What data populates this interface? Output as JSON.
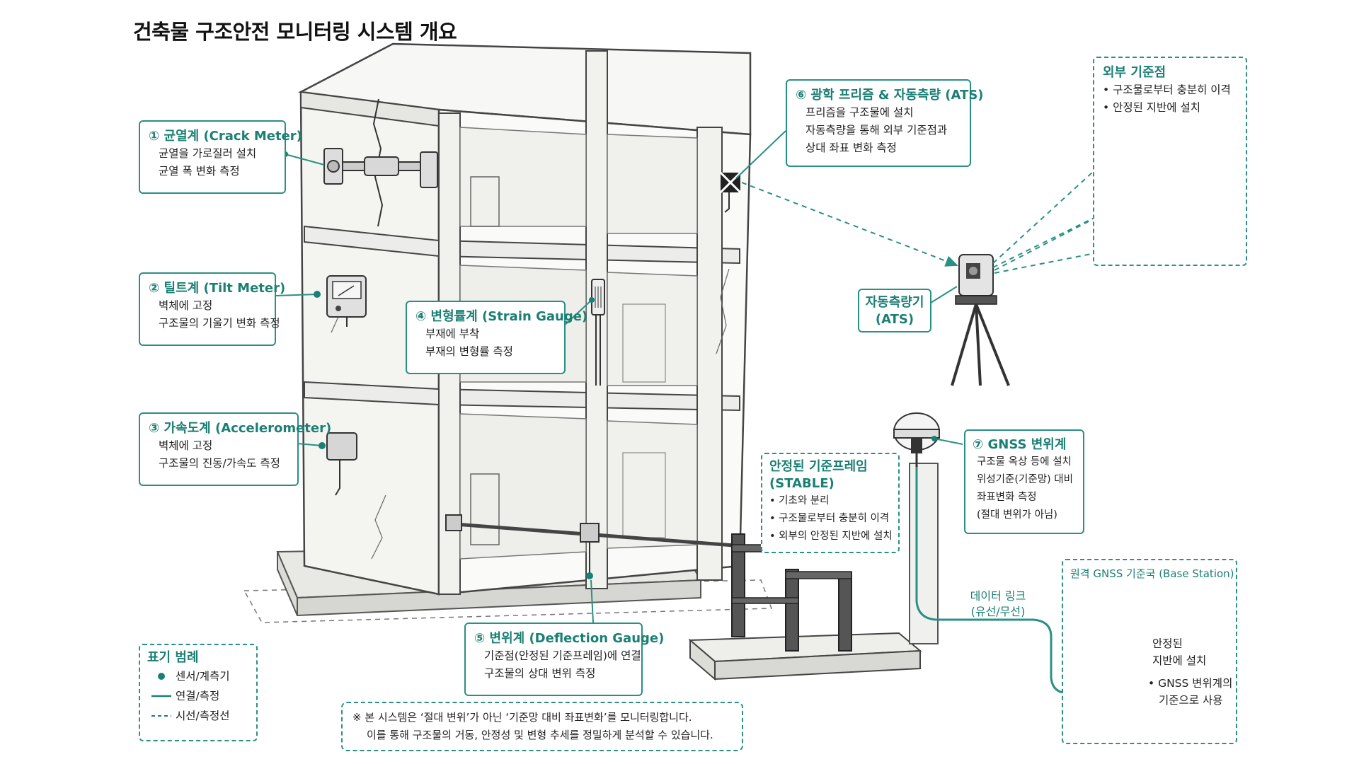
{
  "title": "건축물 구조안전 모니터링 시스템 개요",
  "colors": {
    "accent": "#1b7f74",
    "line": "#2a9084",
    "structure": "#f3f3f1",
    "edge": "#555555"
  },
  "crack_meter": {
    "title": "① 균열계 (Crack Meter)",
    "lines": [
      "균열을 가로질러 설치",
      "균열 폭 변화 측정"
    ]
  },
  "tilt_meter": {
    "title": "② 틸트계 (Tilt Meter)",
    "lines": [
      "벽체에 고정",
      "구조물의 기울기 변화 측정"
    ]
  },
  "accelerometer": {
    "title": "③ 가속도계 (Accelerometer)",
    "lines": [
      "벽체에 고정",
      "구조물의 진동/가속도 측정"
    ]
  },
  "strain_gauge": {
    "title": "④ 변형률계 (Strain Gauge)",
    "lines": [
      "부재에 부착",
      "부재의 변형률 측정"
    ]
  },
  "deflection_gauge": {
    "title": "⑤ 변위계 (Deflection Gauge)",
    "lines": [
      "기준점(안정된 기준프레임)에 연결",
      "구조물의 상대 변위 측정"
    ]
  },
  "ats": {
    "title": "⑥ 광학 프리즘 & 자동측량 (ATS)",
    "lines": [
      "프리즘을 구조물에 설치",
      "자동측량을 통해 외부 기준점과",
      "상대 좌표 변화 측정"
    ]
  },
  "gnss": {
    "title": "⑦ GNSS 변위계",
    "lines": [
      "구조물 옥상 등에 설치",
      "위성기준(기준망) 대비",
      "좌표변화 측정",
      "(절대 변위가 아님)"
    ]
  },
  "external_ref": {
    "title": "외부 기준점",
    "bullets": [
      "구조물로부터 충분히 이격",
      "안정된 지반에 설치"
    ]
  },
  "stable_frame": {
    "title_line1": "안정된 기준프레임",
    "title_line2": "(STABLE)",
    "bullets": [
      "기초와 분리",
      "구조물로부터 충분히 이격",
      "외부의 안정된 지반에 설치"
    ]
  },
  "ats_label": {
    "line1": "자동측량기",
    "line2": "(ATS)"
  },
  "data_link": {
    "line1": "데이터 링크",
    "line2": "(유선/무선)"
  },
  "base_station": {
    "title": "원격 GNSS 기준국 (Base Station)",
    "line1": "안정된",
    "line2": "지반에 설치",
    "bullet_line1": "GNSS 변위계의",
    "bullet_line2": "기준으로 사용"
  },
  "legend": {
    "title": "표기 범례",
    "sensor": "센서/계측기",
    "connection": "연결/측정",
    "sightline": "시선/측정선"
  },
  "note": {
    "line1": "※ 본 시스템은 ‘절대 변위’가 아닌 ‘기준망 대비 좌표변화’를 모니터링합니다.",
    "line2": "이를 통해 구조물의 거동, 안정성 및 변형 추세를 정밀하게 분석할 수 있습니다."
  }
}
